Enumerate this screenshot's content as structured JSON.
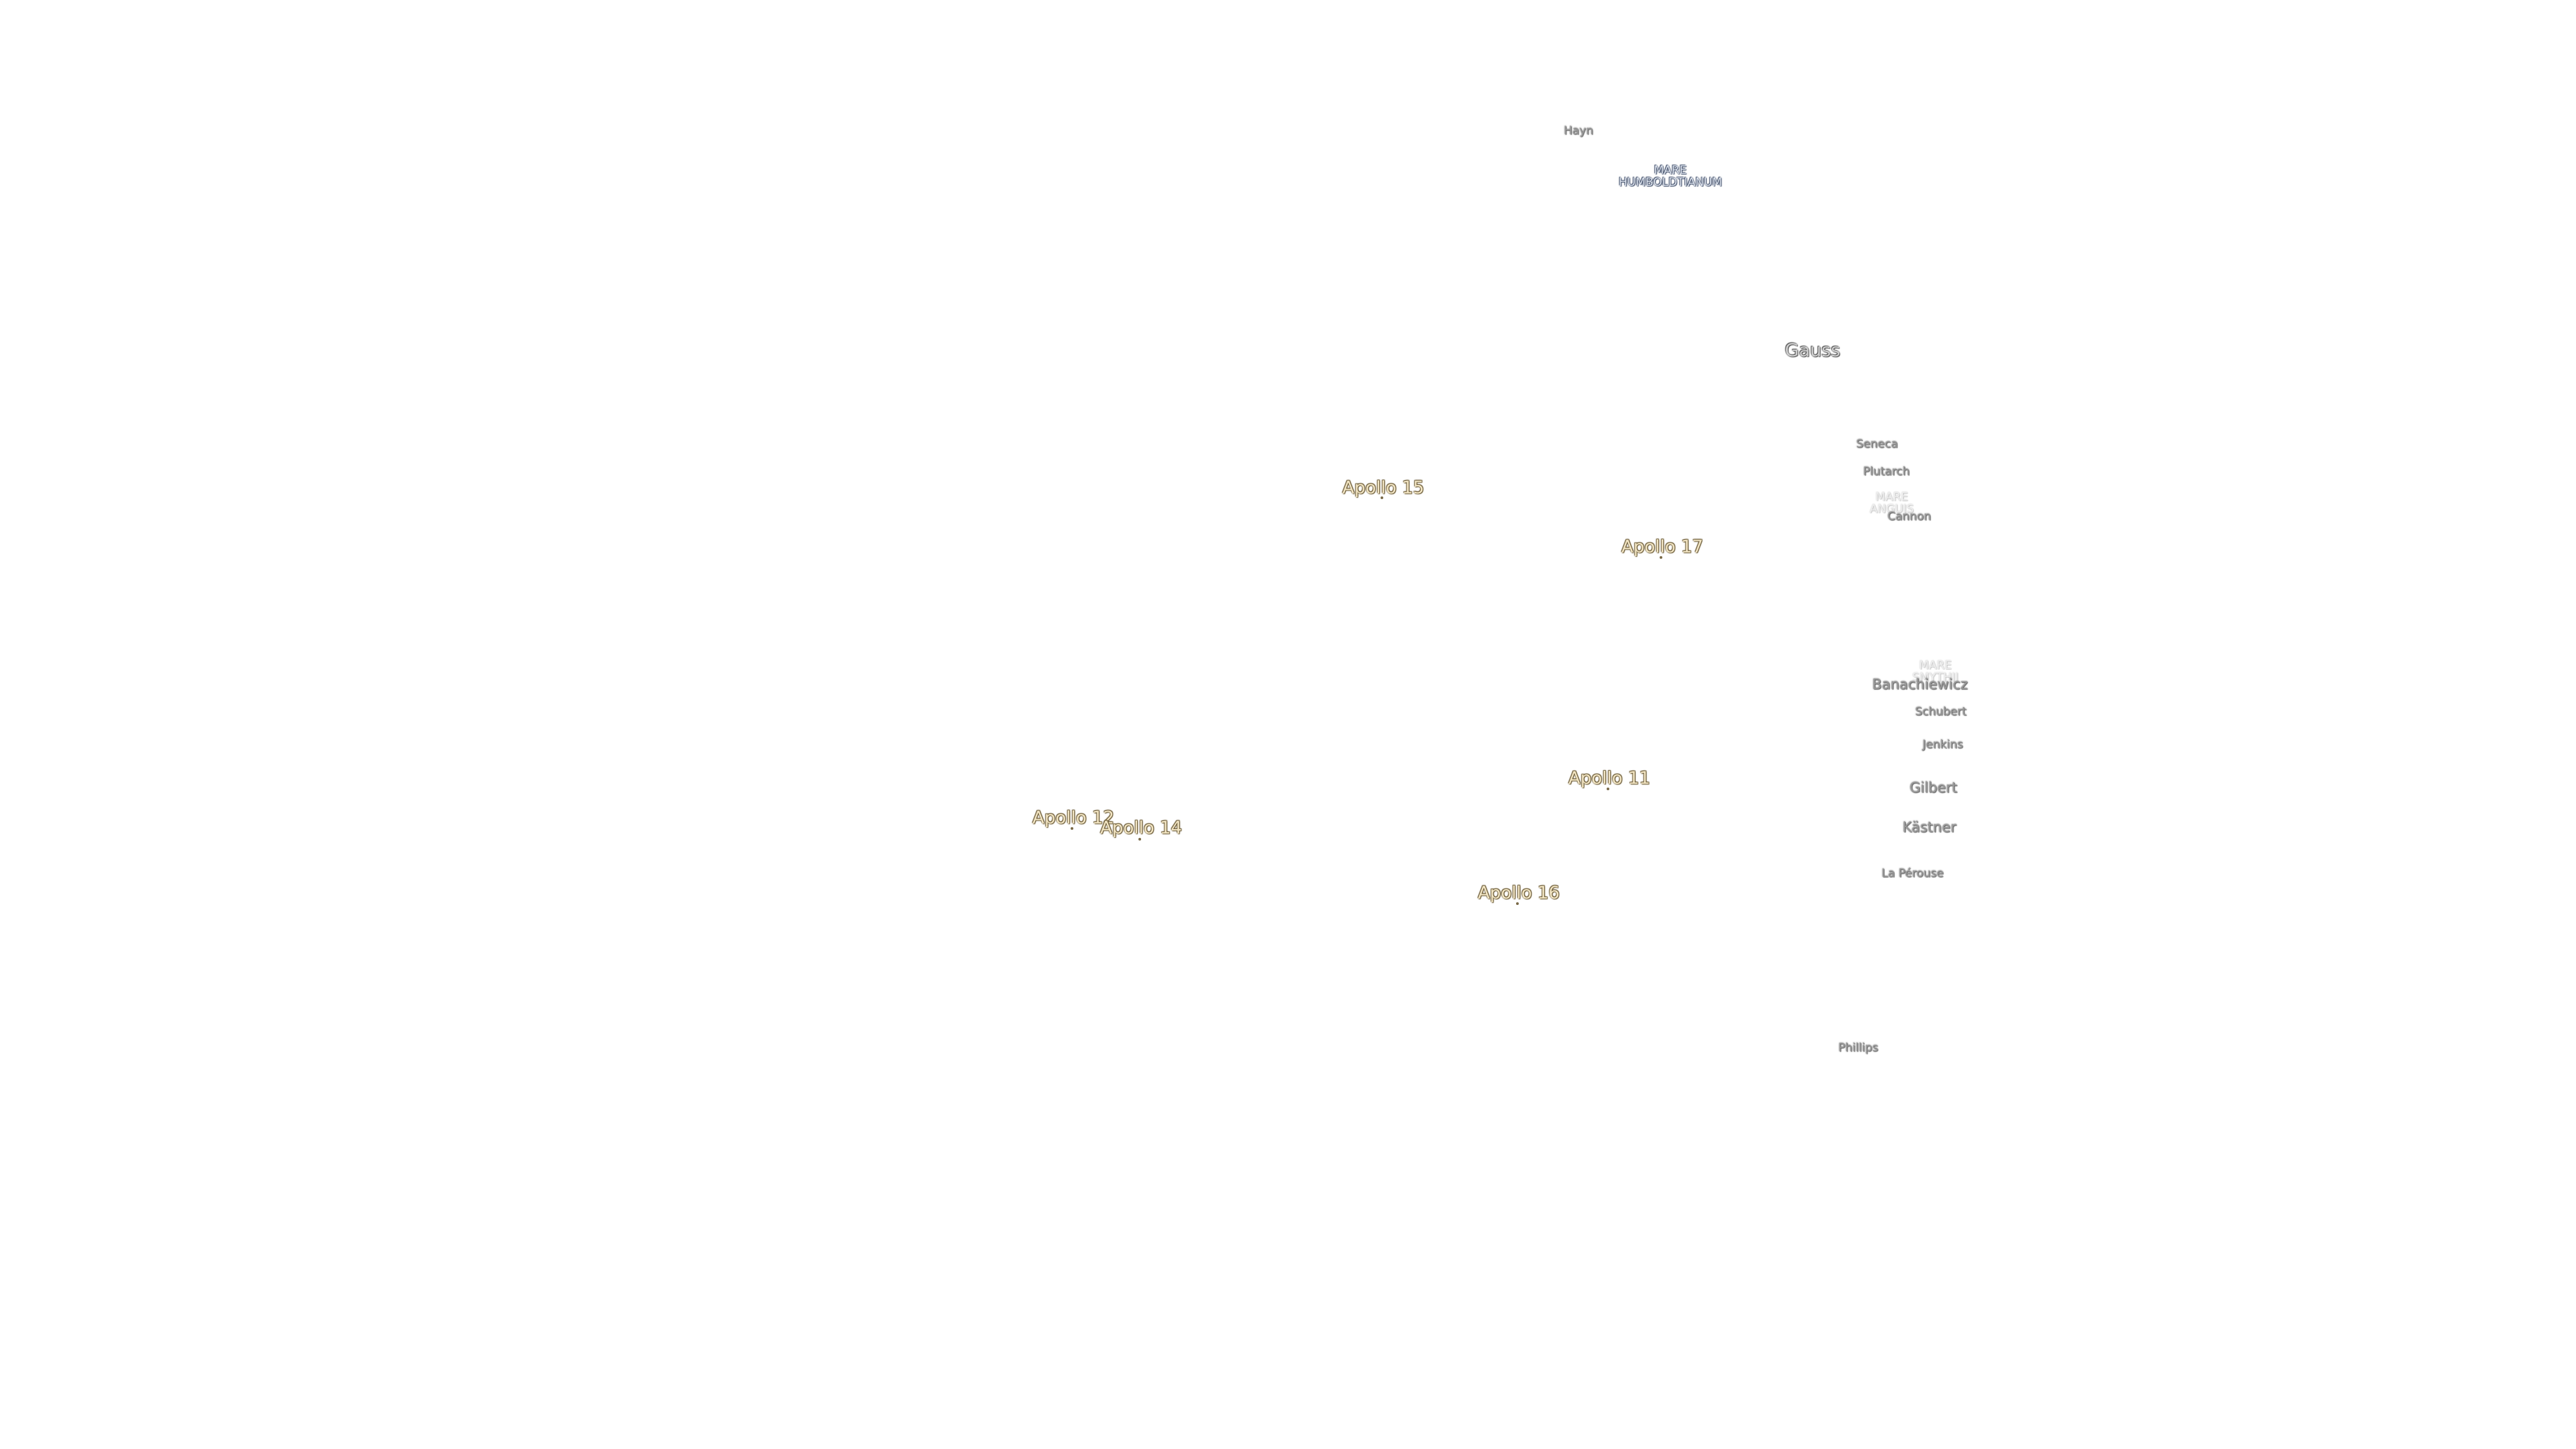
{
  "map": {
    "background": "#ffffff",
    "colors": {
      "crater_text": "#9a9a9a",
      "mare_text": "#dfe5ef",
      "apollo_text": "#f3e6c4",
      "apollo_outline": "#6b5a35"
    },
    "apollo_sites": [
      {
        "name": "Apollo 15"
      },
      {
        "name": "Apollo 17"
      },
      {
        "name": "Apollo 11"
      },
      {
        "name": "Apollo 12"
      },
      {
        "name": "Apollo 14"
      },
      {
        "name": "Apollo 16"
      }
    ],
    "craters": [
      {
        "name": "Hayn"
      },
      {
        "name": "Gauss"
      },
      {
        "name": "Seneca"
      },
      {
        "name": "Plutarch"
      },
      {
        "name": "Cannon"
      },
      {
        "name": "Banachiewicz"
      },
      {
        "name": "Schubert"
      },
      {
        "name": "Jenkins"
      },
      {
        "name": "Gilbert"
      },
      {
        "name": "Kästner"
      },
      {
        "name": "La Pérouse"
      },
      {
        "name": "Phillips"
      }
    ],
    "maria": [
      {
        "name": "MARE",
        "name2": "HUMBOLDTIANUM"
      },
      {
        "name": "MARE",
        "name2": "ANGUIS"
      },
      {
        "name": "MARE",
        "name2": "SMYTHII"
      }
    ]
  }
}
